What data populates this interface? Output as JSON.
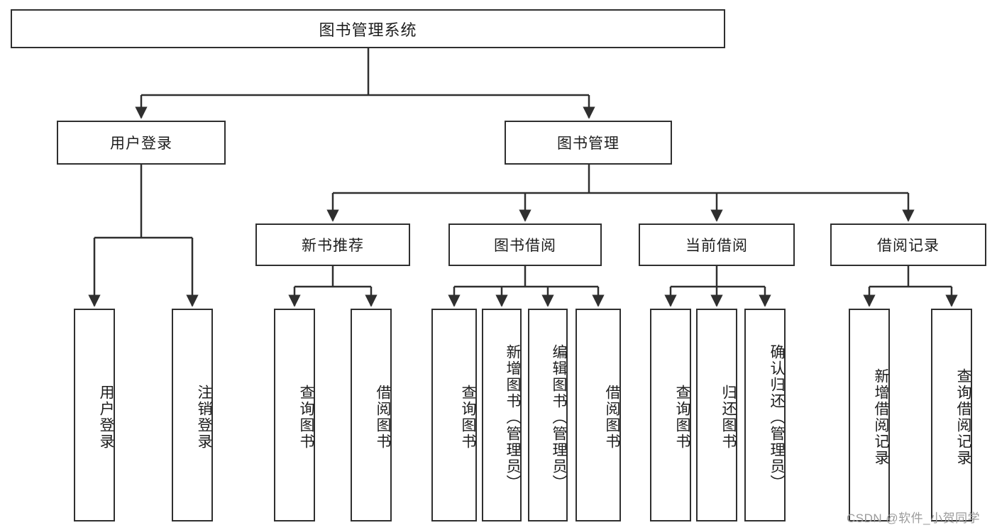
{
  "diagram": {
    "type": "tree-hierarchy-chart",
    "title": "图书管理系统",
    "orientation": "top-down",
    "colors": {
      "stroke": "#2f2f2f",
      "fill": "#ffffff",
      "text": "#1d1d1d",
      "watermark": "#9b9b9b"
    },
    "root": {
      "label": "图书管理系统"
    },
    "level2": [
      {
        "label": "用户登录"
      },
      {
        "label": "图书管理"
      }
    ],
    "level3": [
      {
        "label": "新书推荐"
      },
      {
        "label": "图书借阅"
      },
      {
        "label": "当前借阅"
      },
      {
        "label": "借阅记录"
      }
    ],
    "leaves": {
      "user_login": [
        {
          "label": "用户登录"
        },
        {
          "label": "注销登录"
        }
      ],
      "new_book_recommend": [
        {
          "label": "查询图书"
        },
        {
          "label": "借阅图书"
        }
      ],
      "book_borrow": [
        {
          "label": "查询图书"
        },
        {
          "label": "新增图书（管理员）"
        },
        {
          "label": "编辑图书（管理员）"
        },
        {
          "label": "借阅图书"
        }
      ],
      "current_borrow": [
        {
          "label": "查询图书"
        },
        {
          "label": "归还图书"
        },
        {
          "label": "确认归还（管理员）"
        }
      ],
      "borrow_record": [
        {
          "label": "新增借阅记录"
        },
        {
          "label": "查询借阅记录"
        }
      ]
    }
  },
  "watermark": {
    "text": "CSDN @软件_小贺同学"
  }
}
